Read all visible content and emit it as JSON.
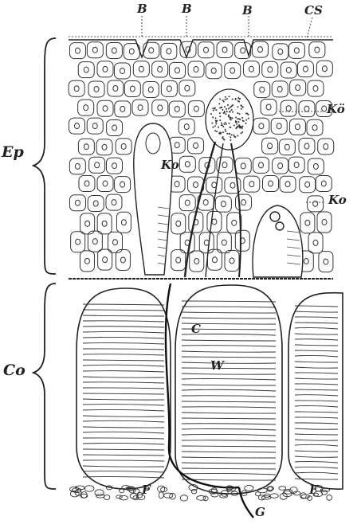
{
  "figure": {
    "labels": {
      "b1": "B",
      "b2": "B",
      "b3": "B",
      "cs": "CS",
      "ko_upper": "Kö",
      "ep": "Ep",
      "ko_left": "Ko",
      "ko_right": "Ko",
      "co": "Co",
      "c": "C",
      "w": "W",
      "f_left": "F",
      "f_right": "F",
      "g": "G"
    }
  }
}
